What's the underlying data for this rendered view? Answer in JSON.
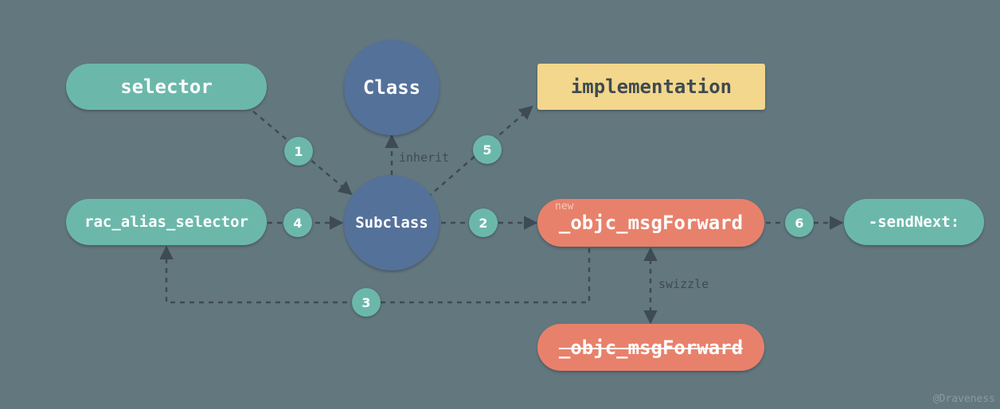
{
  "nodes": {
    "selector": "selector",
    "class": "Class",
    "implementation": "implementation",
    "rac_alias_selector": "rac_alias_selector",
    "subclass": "Subclass",
    "msg_forward": "_objc_msgForward",
    "msg_forward_new_tag": "new",
    "send_next": "-sendNext:",
    "msg_forward_original": "_objc_msgForward"
  },
  "edge_labels": {
    "inherit": "inherit",
    "swizzle": "swizzle"
  },
  "steps": [
    "1",
    "2",
    "3",
    "4",
    "5",
    "6"
  ],
  "watermark": "@Draveness",
  "colors": {
    "background": "#63777f",
    "teal": "#6bb8ab",
    "blue": "#54719a",
    "red": "#e8816b",
    "yellow": "#f2d78c",
    "line": "#3e4b52"
  }
}
